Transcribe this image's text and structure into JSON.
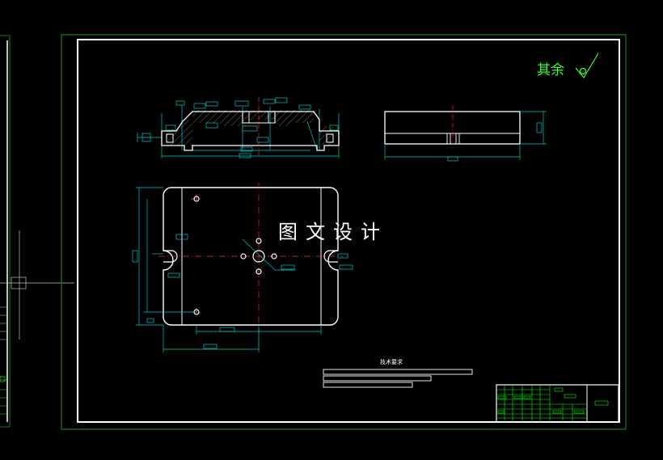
{
  "drawing": {
    "roughness_note": "其余",
    "watermark": "图文设计",
    "tech_requirements_title": "技术要求"
  },
  "colors": {
    "background": "#000000",
    "outer_frame": "#1f7a1f",
    "inner_frame": "#ffffff",
    "outline": "#ffffff",
    "dimension": "#00c8c8",
    "centerline": "#ff2a2a",
    "hatch": "#b0b0b0",
    "note": "#33ff33",
    "title_block": "#00ff00"
  },
  "icons": [
    "roughness-symbol-icon",
    "drilled-hole-icon",
    "u-slot-icon"
  ]
}
